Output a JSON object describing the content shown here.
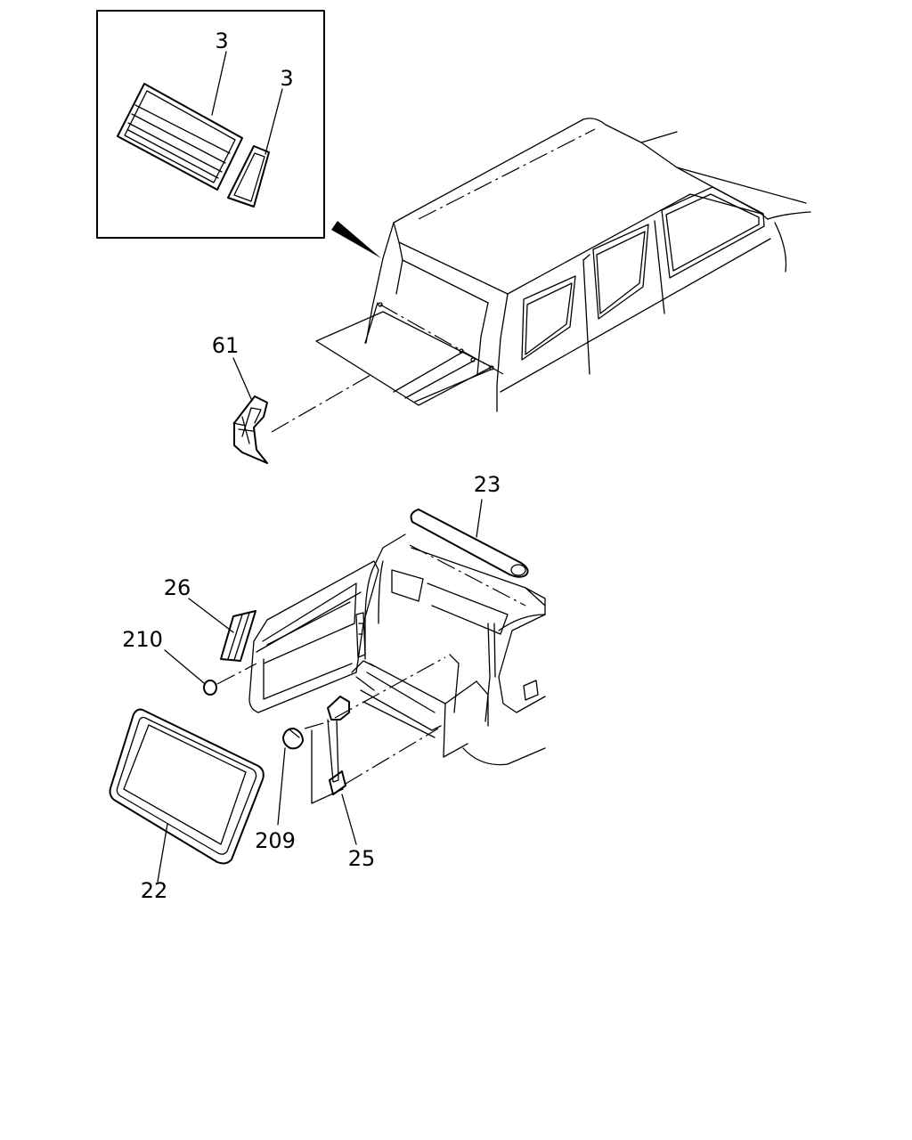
{
  "callouts": {
    "c3a": "3",
    "c3b": "3",
    "c61": "61",
    "c23": "23",
    "c26": "26",
    "c210": "210",
    "c209": "209",
    "c25": "25",
    "c22": "22"
  }
}
